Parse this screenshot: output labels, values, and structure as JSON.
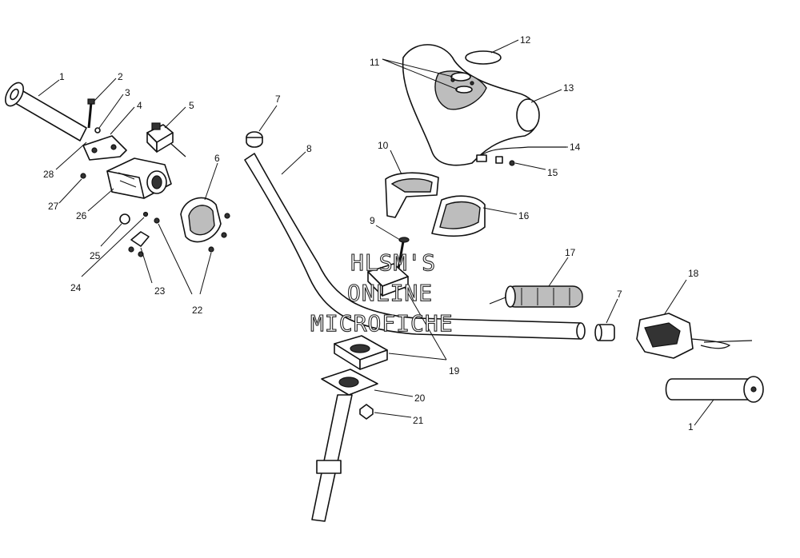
{
  "watermark": {
    "lines": [
      "HLSM'S",
      "ONLINE",
      "MICROFICHE"
    ]
  },
  "callouts": {
    "c1a": "1",
    "c1b": "1",
    "c2": "2",
    "c3": "3",
    "c4": "4",
    "c5": "5",
    "c6": "6",
    "c7a": "7",
    "c7b": "7",
    "c8": "8",
    "c9": "9",
    "c10": "10",
    "c11": "11",
    "c12": "12",
    "c13": "13",
    "c14": "14",
    "c15": "15",
    "c16": "16",
    "c17": "17",
    "c18": "18",
    "c19": "19",
    "c20": "20",
    "c21": "21",
    "c22": "22",
    "c23": "23",
    "c24": "24",
    "c25": "25",
    "c26": "26",
    "c27": "27",
    "c28": "28"
  },
  "colors": {
    "ink": "#111111",
    "background": "#ffffff",
    "grip_shade": "#bdbdbd"
  }
}
